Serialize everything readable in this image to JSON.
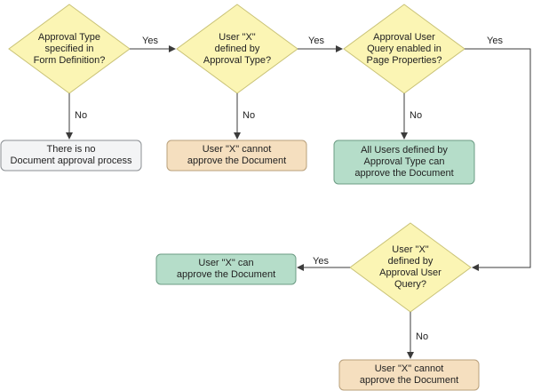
{
  "decisions": {
    "approval_type_specified": "Approval Type\nspecified in\nForm Definition?",
    "user_defined_by_approval_type": "User \"X\"\ndefined by\nApproval Type?",
    "approval_user_query_enabled": "Approval User\nQuery enabled in\nPage Properties?",
    "user_defined_by_query": "User \"X\"\ndefined by\nApproval User\nQuery?"
  },
  "outcomes": {
    "no_approval_process": "There is no\nDocument approval process",
    "cannot_approve_1": "User \"X\" cannot\napprove the Document",
    "all_users_can_approve": "All Users defined by\nApproval Type can\napprove the Document",
    "can_approve": "User \"X\" can\napprove the Document",
    "cannot_approve_2": "User \"X\" cannot\napprove the Document"
  },
  "edge_labels": {
    "yes_1": "Yes",
    "yes_2": "Yes",
    "yes_3": "Yes",
    "yes_4": "Yes",
    "no_1": "No",
    "no_2": "No",
    "no_3": "No",
    "no_4": "No"
  },
  "colors": {
    "decision_fill": "#fbf5b4",
    "decision_stroke": "#c9c276",
    "neutral_fill": "#f3f4f5",
    "neutral_stroke": "#8b8f93",
    "negative_fill": "#f5dfbf",
    "negative_stroke": "#b9a07b",
    "positive_fill": "#b5ddc9",
    "positive_stroke": "#6c9c84",
    "line": "#3b3b3b"
  }
}
